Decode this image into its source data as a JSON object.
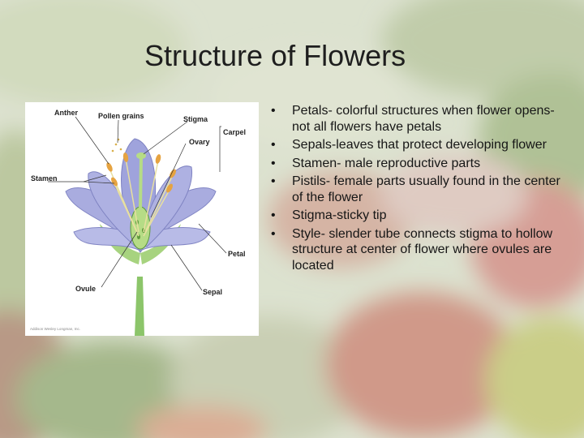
{
  "slide": {
    "title": "Structure of Flowers",
    "bullets": [
      "Petals- colorful structures when flower opens- not all flowers have petals",
      "Sepals-leaves that protect developing flower",
      "Stamen- male reproductive parts",
      "Pistils- female parts usually found in the center of the flower",
      "Stigma-sticky tip",
      "Style- slender tube connects stigma to hollow structure at center of flower where ovules are located"
    ]
  },
  "diagram": {
    "labels": {
      "anther": "Anther",
      "pollen_grains": "Pollen grains",
      "stigma": "Stigma",
      "carpel": "Carpel",
      "ovary": "Ovary",
      "stamen": "Stamen",
      "petal": "Petal",
      "ovule": "Ovule",
      "sepal": "Sepal"
    },
    "credit": "Addison Wesley Longman, Inc."
  },
  "colors": {
    "title": "#1e1e1e",
    "text": "#161616",
    "petal": "#9fa3dc",
    "stem": "#8cc56a",
    "anther": "#e6a341"
  }
}
